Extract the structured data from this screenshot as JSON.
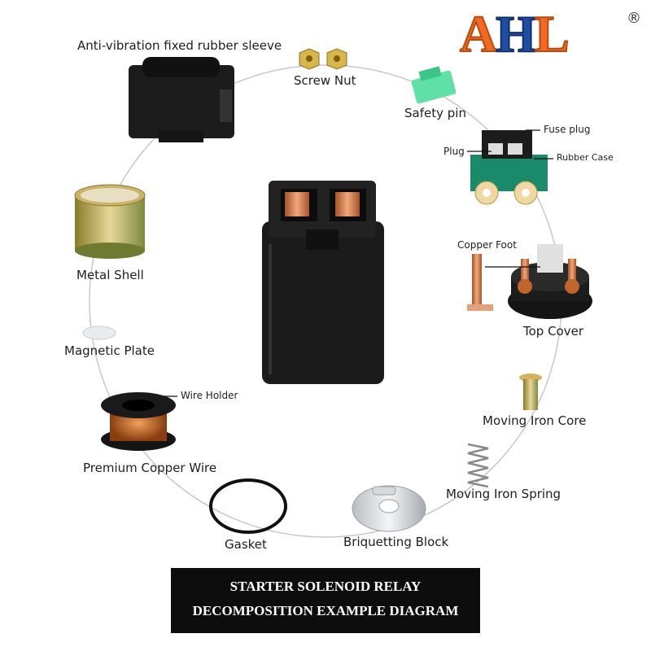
{
  "brand": {
    "letters": [
      "A",
      "H",
      "L"
    ],
    "registered_mark": "®",
    "colors": {
      "orange": "#f26a21",
      "blue": "#1f4fa2"
    }
  },
  "parts": {
    "rubber_sleeve": "Anti-vibration fixed rubber sleeve",
    "screw_nut": "Screw Nut",
    "safety_pin": "Safety pin",
    "fuse_plug": "Fuse plug",
    "plug": "Plug",
    "rubber_case": "Rubber Case",
    "copper_foot": "Copper Foot",
    "top_cover": "Top Cover",
    "moving_iron_core": "Moving Iron Core",
    "moving_iron_spring": "Moving Iron Spring",
    "briquetting_block": "Briquetting Block",
    "gasket": "Gasket",
    "premium_copper_wire": "Premium Copper Wire",
    "wire_holder": "Wire Holder",
    "magnetic_plate": "Magnetic Plate",
    "metal_shell": "Metal Shell"
  },
  "banner": {
    "line1": "STARTER SOLENOID RELAY",
    "line2": "DECOMPOSITION EXAMPLE DIAGRAM"
  }
}
